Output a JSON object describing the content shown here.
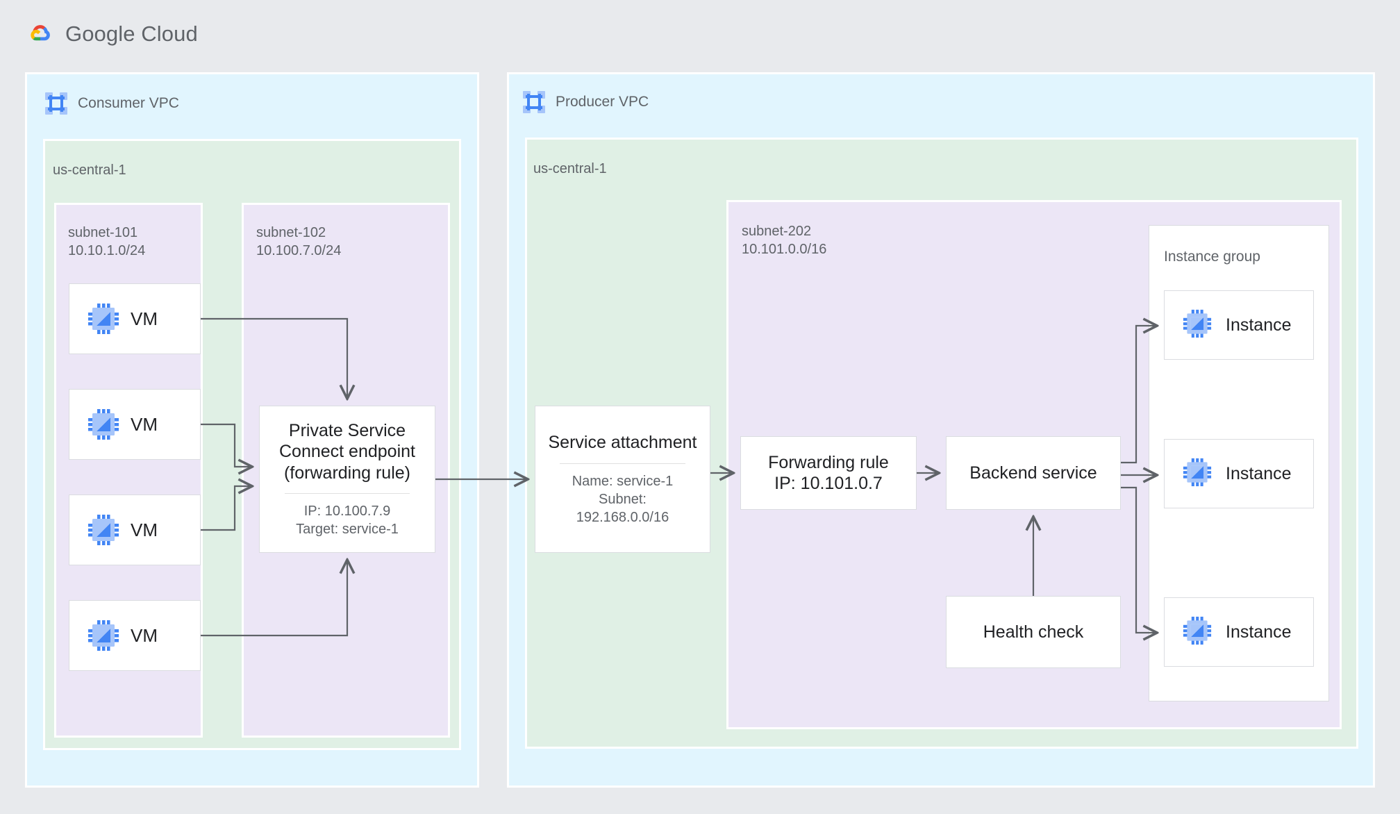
{
  "header": {
    "brand_primary": "Google",
    "brand_secondary": "Cloud",
    "logo_icon": "google-cloud-logo"
  },
  "colors": {
    "page_bg": "#e8eaed",
    "vpc_bg": "#e1f5fe",
    "region_bg": "#e0f0e5",
    "subnet_bg": "#ece6f6",
    "node_bg": "#ffffff",
    "node_border": "#dadce0",
    "wire": "#5f6368",
    "text_primary": "#202124",
    "text_secondary": "#5f6368",
    "icon_blue": "#4285f4",
    "icon_blue_light": "#a6c5fa"
  },
  "consumer_vpc": {
    "title": "Consumer VPC",
    "icon": "vpc-network-icon",
    "region": "us-central-1",
    "subnet_101": {
      "name": "subnet-101",
      "cidr": "10.10.1.0/24",
      "vms": [
        {
          "label": "VM",
          "icon": "vm-chip-icon"
        },
        {
          "label": "VM",
          "icon": "vm-chip-icon"
        },
        {
          "label": "VM",
          "icon": "vm-chip-icon"
        },
        {
          "label": "VM",
          "icon": "vm-chip-icon"
        }
      ]
    },
    "subnet_102": {
      "name": "subnet-102",
      "cidr": "10.100.7.0/24",
      "endpoint": {
        "title": "Private Service Connect endpoint (forwarding rule)",
        "title_line1": "Private Service",
        "title_line2": "Connect endpoint",
        "title_line3": "(forwarding rule)",
        "ip": "IP: 10.100.7.9",
        "target": "Target: service-1"
      }
    }
  },
  "producer_vpc": {
    "title": "Producer VPC",
    "icon": "vpc-network-icon",
    "region": "us-central-1",
    "service_attachment": {
      "title": "Service attachment",
      "name": "Name: service-1",
      "subnet_label": "Subnet:",
      "subnet_cidr": "192.168.0.0/16"
    },
    "subnet_202": {
      "name": "subnet-202",
      "cidr": "10.101.0.0/16",
      "forwarding_rule": {
        "line1": "Forwarding rule",
        "line2": "IP: 10.101.0.7"
      },
      "backend_service": {
        "label": "Backend service"
      },
      "health_check": {
        "label": "Health check"
      },
      "instance_group": {
        "label": "Instance group",
        "instances": [
          {
            "label": "Instance",
            "icon": "vm-chip-icon"
          },
          {
            "label": "Instance",
            "icon": "vm-chip-icon"
          },
          {
            "label": "Instance",
            "icon": "vm-chip-icon"
          }
        ]
      }
    }
  }
}
